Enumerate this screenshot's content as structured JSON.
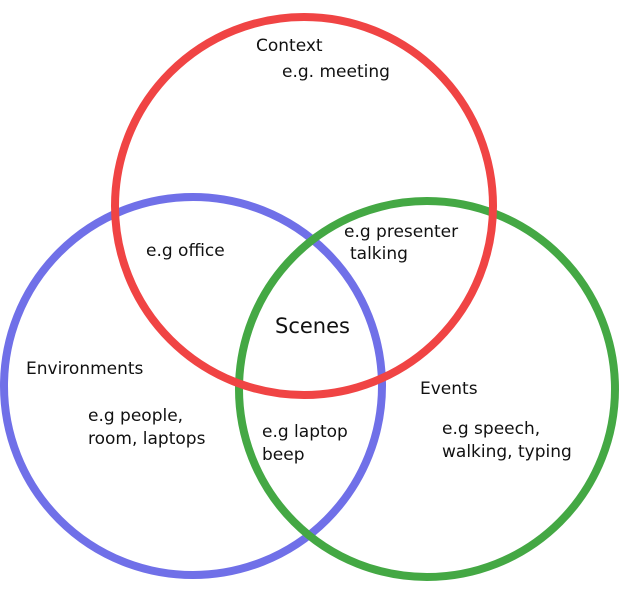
{
  "colors": {
    "context": "#f04444",
    "environments": "#7070e8",
    "events": "#44a844",
    "text": "#111111",
    "background": "#ffffff"
  },
  "sets": {
    "context": {
      "title": "Context",
      "example": "e.g. meeting"
    },
    "environments": {
      "title": "Environments",
      "example_line1": "e.g people,",
      "example_line2": "room, laptops"
    },
    "events": {
      "title": "Events",
      "example_line1": "e.g speech,",
      "example_line2": "walking, typing"
    }
  },
  "intersections": {
    "context_environments": "e.g office",
    "context_events_line1": "e.g presenter",
    "context_events_line2": "talking",
    "environments_events_line1": "e.g laptop",
    "environments_events_line2": "beep",
    "center": "Scenes"
  }
}
